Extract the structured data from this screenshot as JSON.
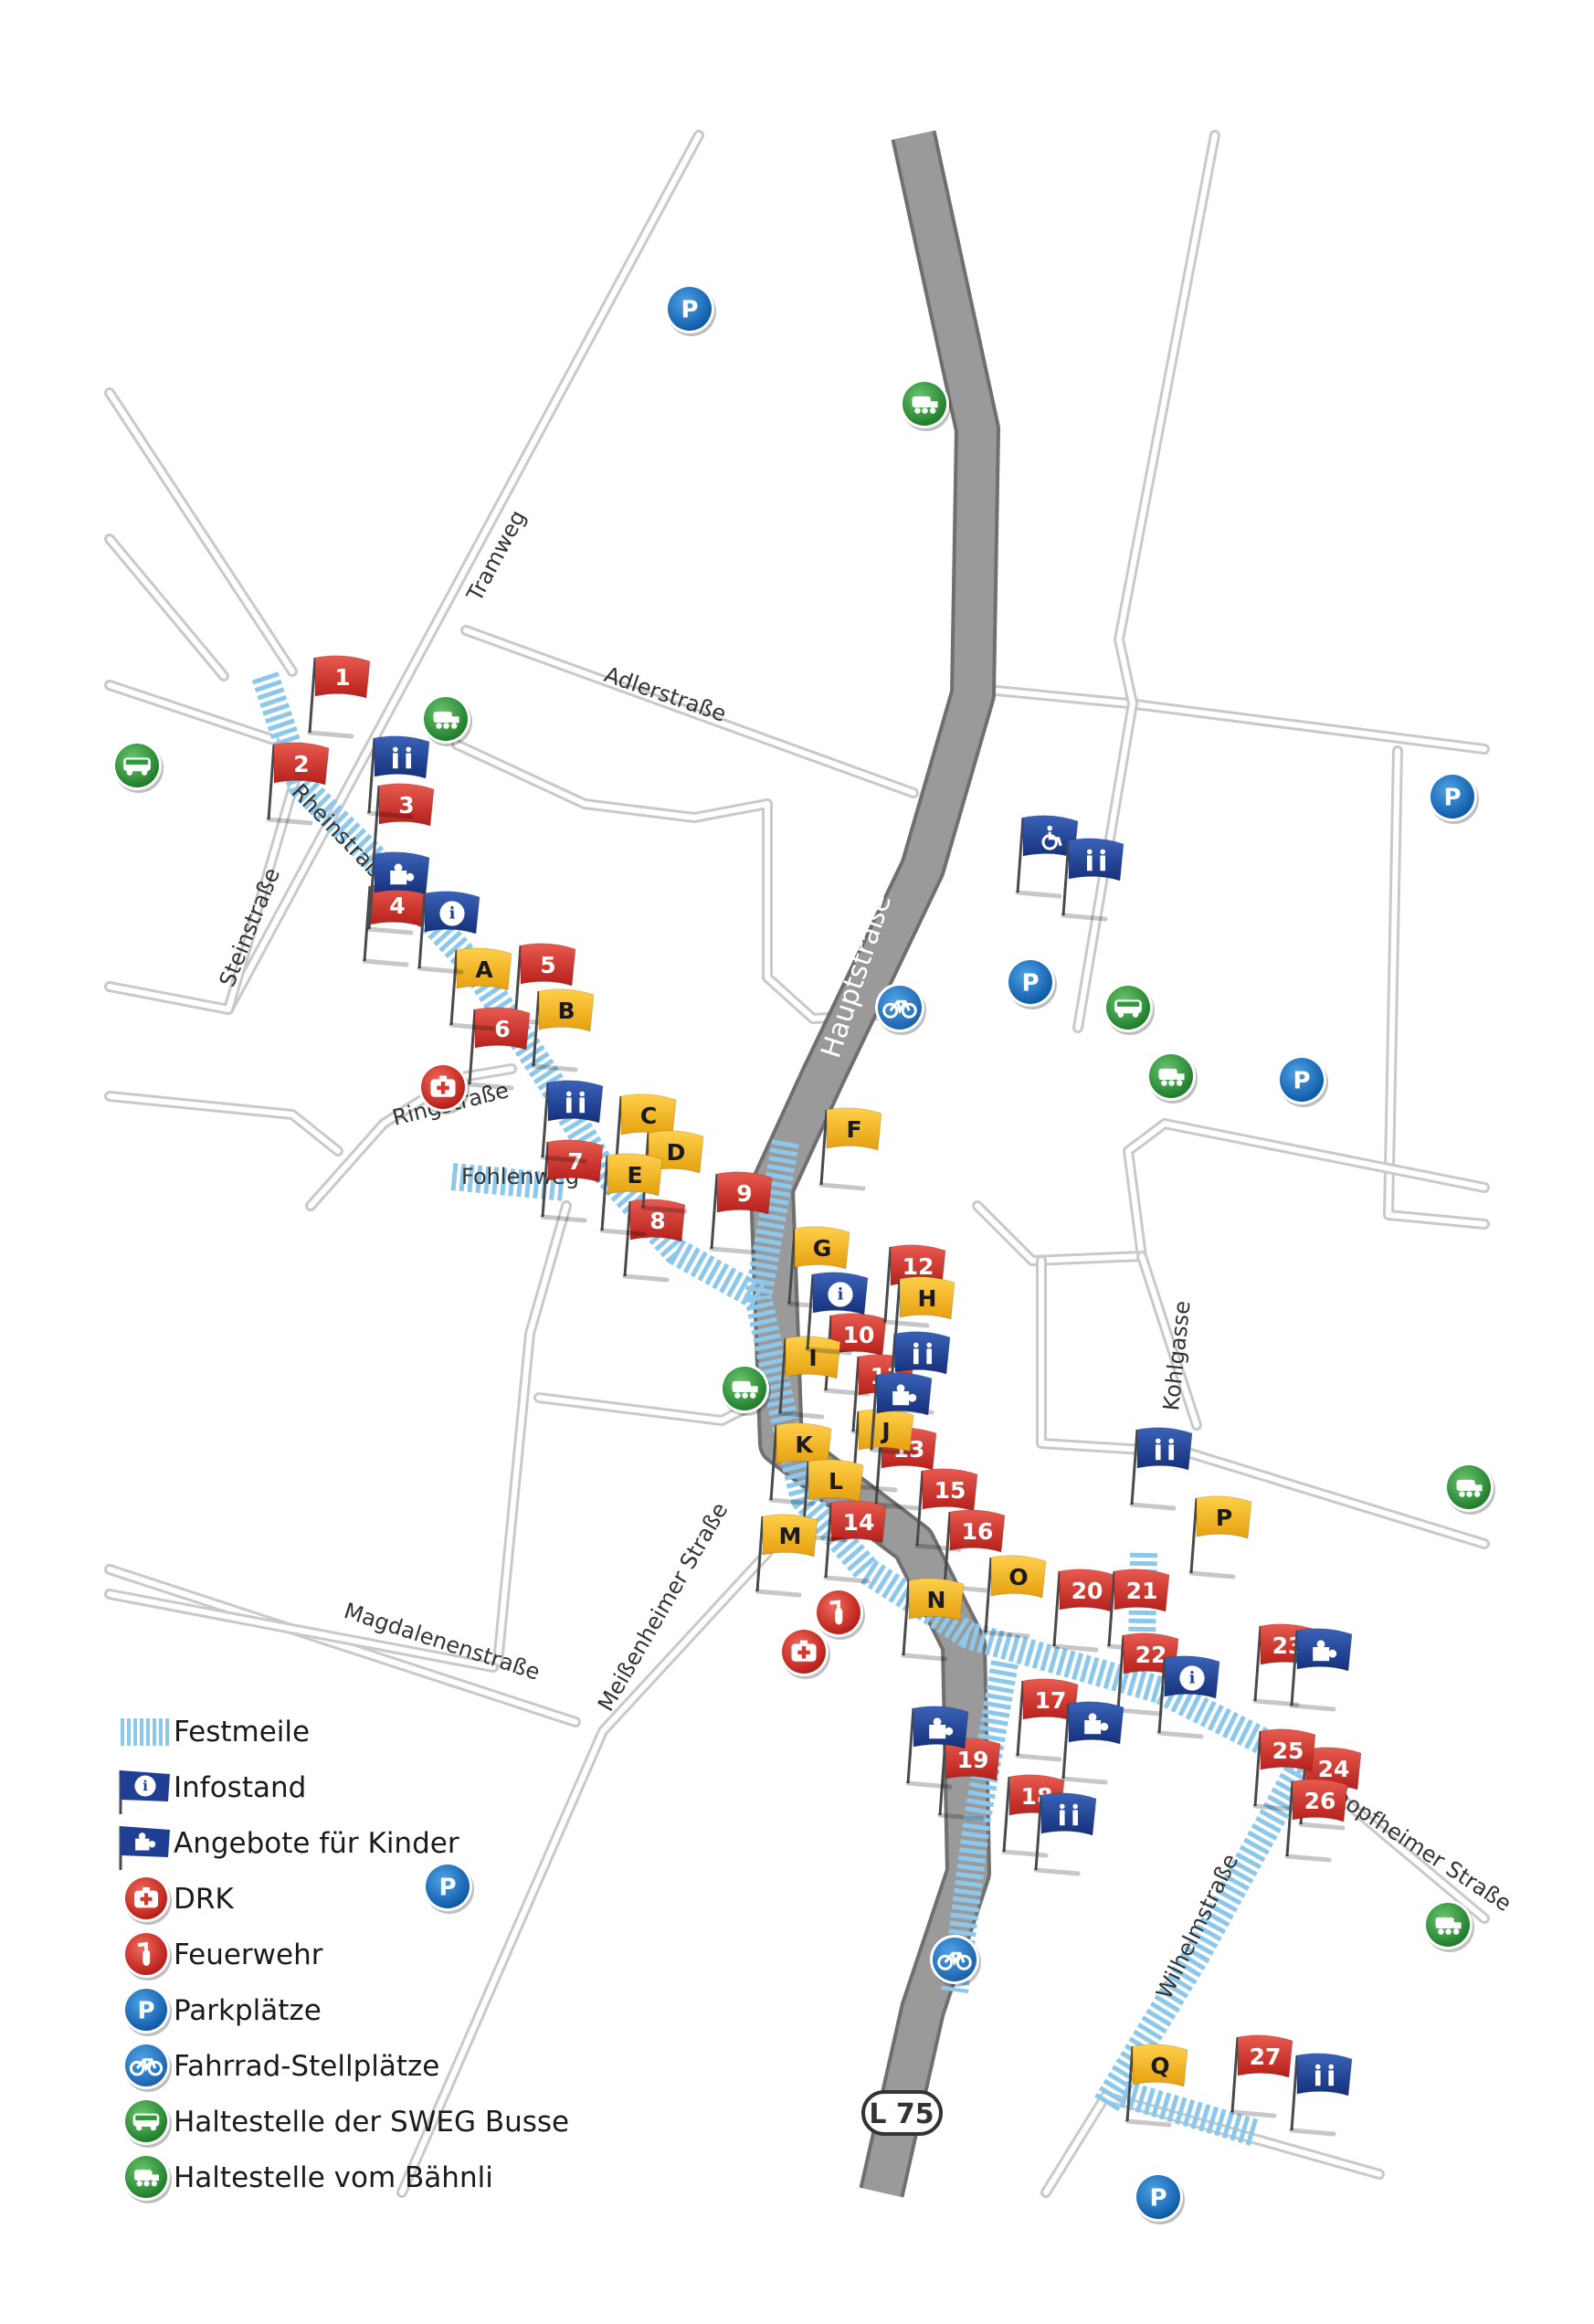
{
  "streets": {
    "tramweg": "Tramweg",
    "adlerstrasse": "Adlerstraße",
    "rheinstrasse": "Rheinstraße",
    "steinstrasse": "Steinstraße",
    "ringstrasse": "Ringstraße",
    "fohlenweg": "Fohlenweg",
    "hauptstrasse": "Hauptstraße",
    "kohlgasse": "Kohlgasse",
    "magdalenenstrasse": "Magdalenenstraße",
    "meissenheimer_strasse": "Meißenheimer Straße",
    "schopfheimer_strasse": "Schopfheimer Straße",
    "wilhelmstrasse": "Wilhelmstraße"
  },
  "road_badge": "L 75",
  "colors": {
    "red_flag": "#d42a2a",
    "yellow_flag": "#f6b81a",
    "blue_flag": "#1f3f95",
    "festmeile": "#8cc8ec",
    "parking": "#1a6fc0",
    "bus": "#2f9a3a",
    "drk": "#d8362e"
  },
  "red_flags": [
    "1",
    "2",
    "3",
    "4",
    "5",
    "6",
    "7",
    "8",
    "9",
    "10",
    "11",
    "12",
    "13",
    "14",
    "15",
    "16",
    "17",
    "18",
    "19",
    "20",
    "21",
    "22",
    "23",
    "24",
    "25",
    "26",
    "27"
  ],
  "yellow_flags": [
    "A",
    "B",
    "C",
    "D",
    "E",
    "F",
    "G",
    "H",
    "I",
    "J",
    "K",
    "L",
    "M",
    "N",
    "O",
    "P",
    "Q"
  ],
  "legend": [
    {
      "icon": "festmeile-icon",
      "label": "Festmeile"
    },
    {
      "icon": "info-icon",
      "label": "Infostand"
    },
    {
      "icon": "puzzle-icon",
      "label": "Angebote für Kinder"
    },
    {
      "icon": "first-aid-icon",
      "label": "DRK"
    },
    {
      "icon": "fire-extinguisher-icon",
      "label": "Feuerwehr"
    },
    {
      "icon": "parking-icon",
      "label": "Parkplätze"
    },
    {
      "icon": "bicycle-icon",
      "label": "Fahrrad-Stellplätze"
    },
    {
      "icon": "bus-icon",
      "label": "Haltestelle der SWEG Busse"
    },
    {
      "icon": "train-icon",
      "label": "Haltestelle vom Bähnli"
    }
  ],
  "symbols": {
    "parking": "P",
    "info": "i"
  }
}
